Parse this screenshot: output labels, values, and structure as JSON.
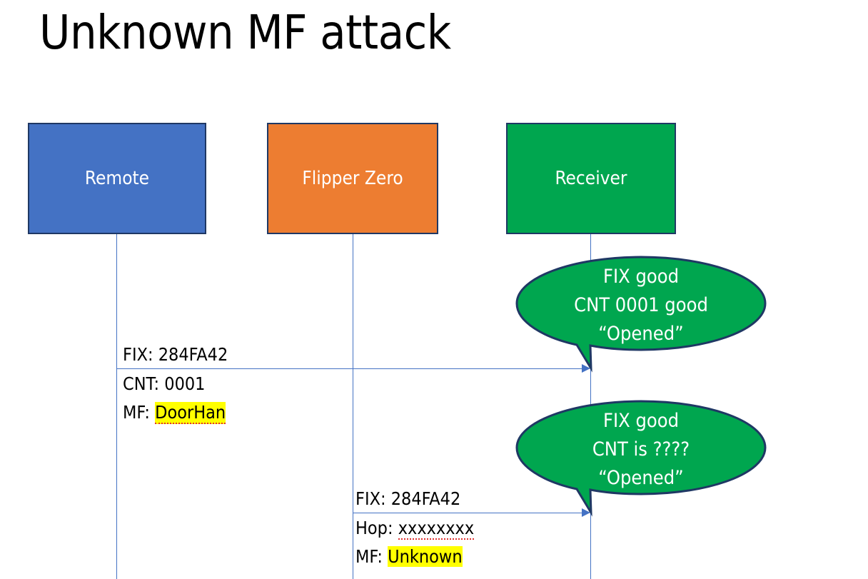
{
  "slide": {
    "title": "Unknown MF attack",
    "background": "#FFFFFF"
  },
  "colors": {
    "remote_fill": "#4472C4",
    "flipper_fill": "#ED7D31",
    "receiver_fill": "#00A64F",
    "box_border": "#1F3864",
    "line": "#4472C4",
    "highlight": "#FFFF00",
    "label_text": "#FFFFFF",
    "body_text": "#000000"
  },
  "actors": [
    {
      "id": "remote",
      "label": "Remote"
    },
    {
      "id": "flipper",
      "label": "Flipper Zero"
    },
    {
      "id": "receiver",
      "label": "Receiver"
    }
  ],
  "messages": [
    {
      "id": "msg-1",
      "from": "remote",
      "to": "receiver",
      "lines": [
        {
          "label": "FIX:",
          "value": "284FA42",
          "highlight": false,
          "spellcheck_flag": false
        },
        {
          "label": "CNT:",
          "value": "0001",
          "highlight": false,
          "spellcheck_flag": false
        },
        {
          "label": "MF:",
          "value": "DoorHan",
          "highlight": true,
          "spellcheck_flag": true
        }
      ]
    },
    {
      "id": "msg-2",
      "from": "flipper",
      "to": "receiver",
      "lines": [
        {
          "label": "FIX:",
          "value": "284FA42",
          "highlight": false,
          "spellcheck_flag": false
        },
        {
          "label": "Hop:",
          "value": "xxxxxxxx",
          "highlight": false,
          "spellcheck_flag": true
        },
        {
          "label": "MF:",
          "value": "Unknown",
          "highlight": true,
          "spellcheck_flag": false
        }
      ]
    }
  ],
  "callouts": [
    {
      "id": "callout-1",
      "owner": "receiver",
      "lines": [
        "FIX good",
        "CNT 0001 good",
        "“Opened”"
      ]
    },
    {
      "id": "callout-2",
      "owner": "receiver",
      "lines": [
        "FIX good",
        "CNT is ????",
        "“Opened”"
      ]
    }
  ]
}
